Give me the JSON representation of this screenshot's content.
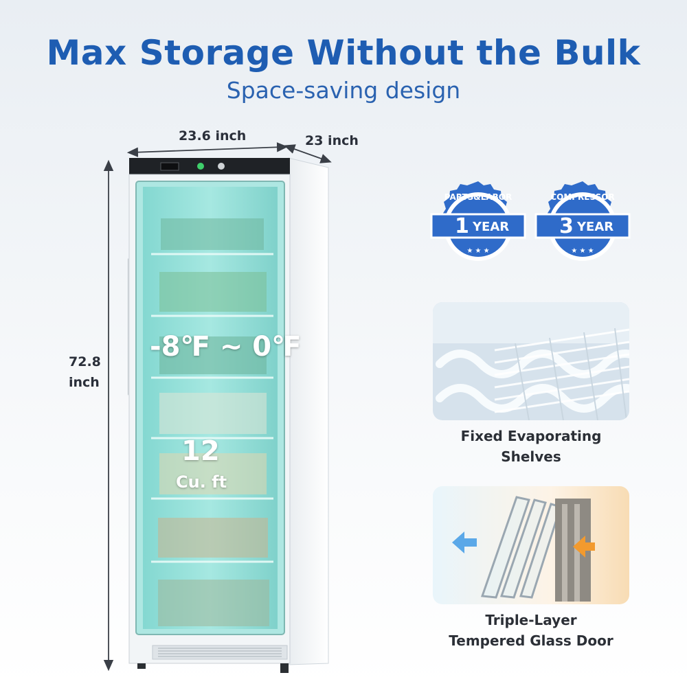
{
  "header": {
    "title": "Max Storage Without the Bulk",
    "subtitle": "Space-saving design"
  },
  "dimensions": {
    "width": "23.6 inch",
    "depth": "23 inch",
    "height_value": "72.8",
    "height_unit": "inch"
  },
  "fridge_overlay": {
    "temperature": "-8℉ ~ 0℉",
    "capacity_value": "12",
    "capacity_unit": "Cu. ft"
  },
  "warranty_seals": [
    {
      "top": "PARTS&LABOR",
      "number": "1",
      "label": "YEAR"
    },
    {
      "top": "COMPRESSOR",
      "number": "3",
      "label": "YEAR"
    }
  ],
  "features": [
    {
      "line1": "Fixed Evaporating",
      "line2": "Shelves",
      "icon": "frost-evaporator-image"
    },
    {
      "line1": "Triple-Layer",
      "line2": "Tempered Glass Door",
      "icon": "triple-glass-image"
    }
  ],
  "colors": {
    "title_blue": "#1e5db2",
    "seal_blue": "#2f6bc9",
    "glass_tint": "#8fded8"
  }
}
